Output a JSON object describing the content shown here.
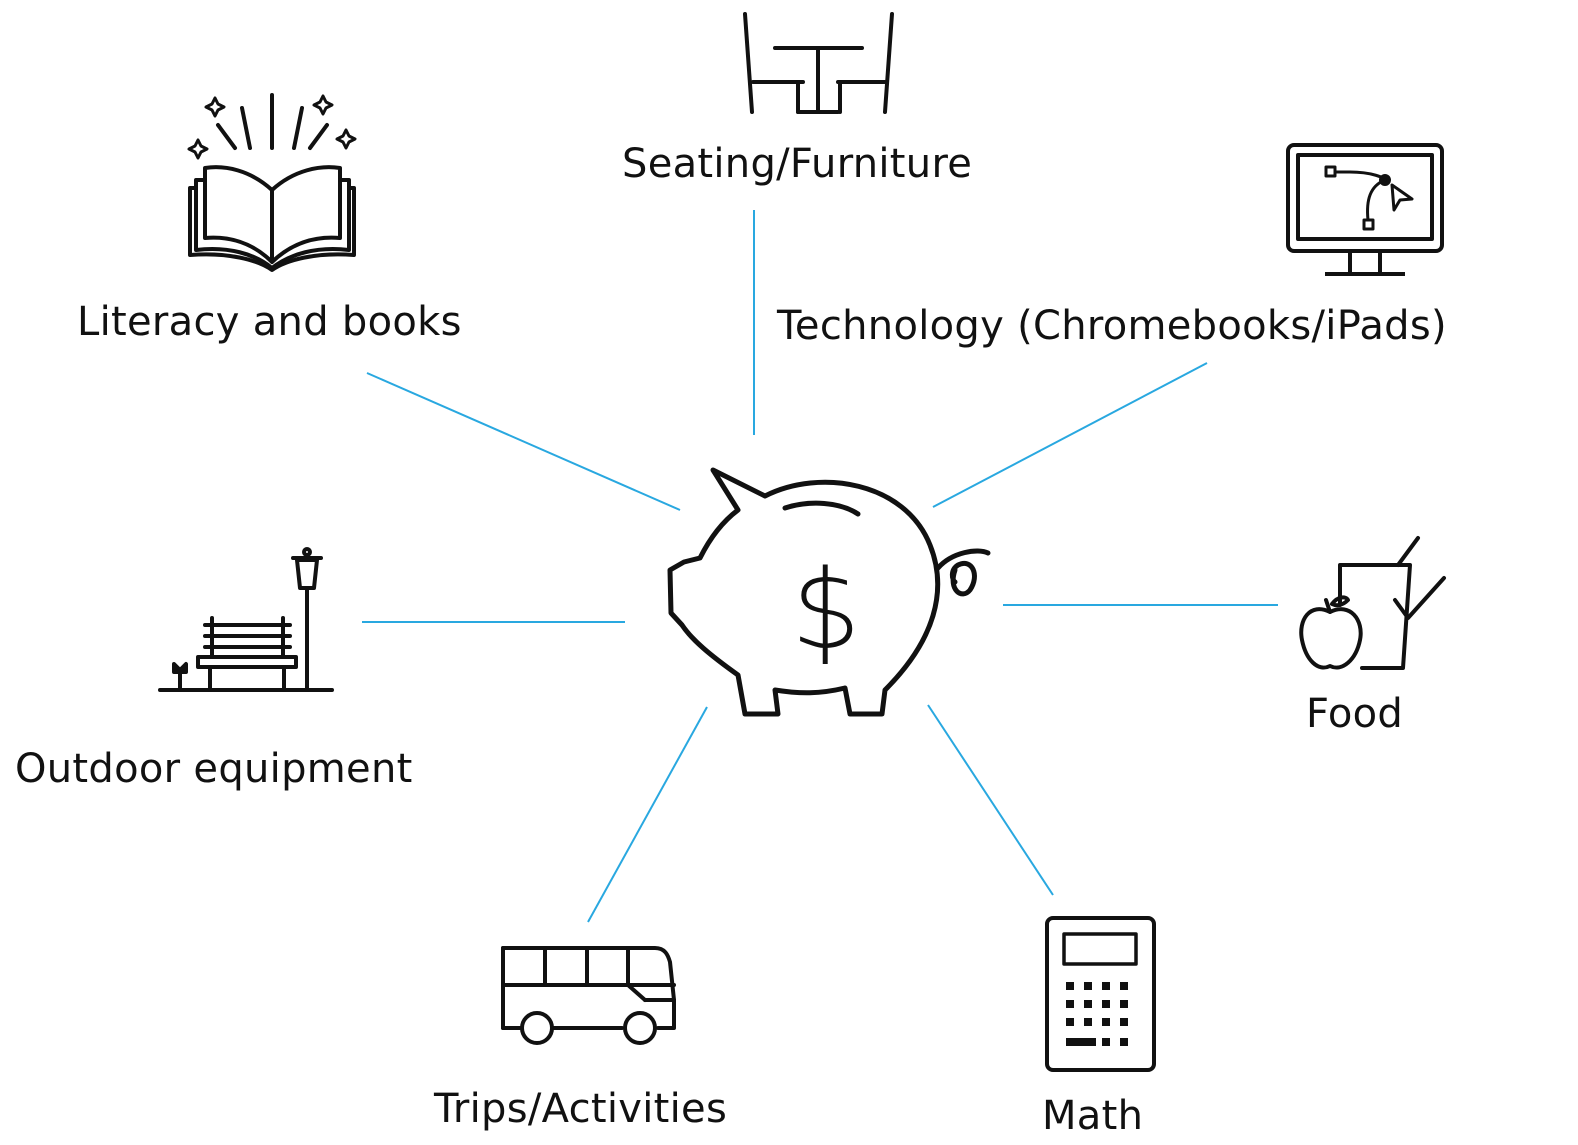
{
  "diagram": {
    "center": {
      "icon": "piggy-bank-icon",
      "symbol": "$"
    },
    "items": [
      {
        "key": "seating",
        "label": "Seating/Furniture",
        "icon": "table-and-chairs-icon"
      },
      {
        "key": "literacy",
        "label": "Literacy and books",
        "icon": "open-book-icon"
      },
      {
        "key": "technology",
        "label": "Technology (Chromebooks/iPads)",
        "icon": "computer-monitor-icon"
      },
      {
        "key": "outdoor",
        "label": "Outdoor equipment",
        "icon": "park-bench-icon"
      },
      {
        "key": "food",
        "label": "Food",
        "icon": "apple-and-cup-icon"
      },
      {
        "key": "trips",
        "label": "Trips/Activities",
        "icon": "bus-icon"
      },
      {
        "key": "math",
        "label": "Math",
        "icon": "calculator-icon"
      }
    ],
    "colors": {
      "connector": "#29a8e0",
      "icon": "#111111",
      "text": "#111111",
      "background": "#ffffff"
    }
  }
}
